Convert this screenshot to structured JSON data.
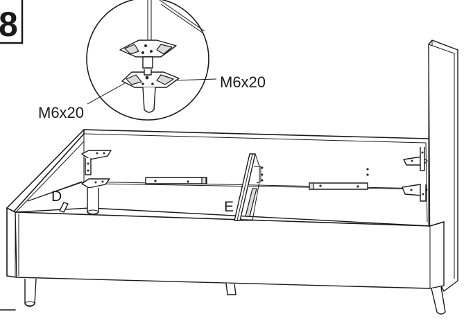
{
  "step": {
    "number": "8"
  },
  "callouts": {
    "screw_right": "M6x20",
    "screw_left": "M6x20"
  },
  "part_labels": {
    "part_d": "D",
    "part_e": "E"
  }
}
